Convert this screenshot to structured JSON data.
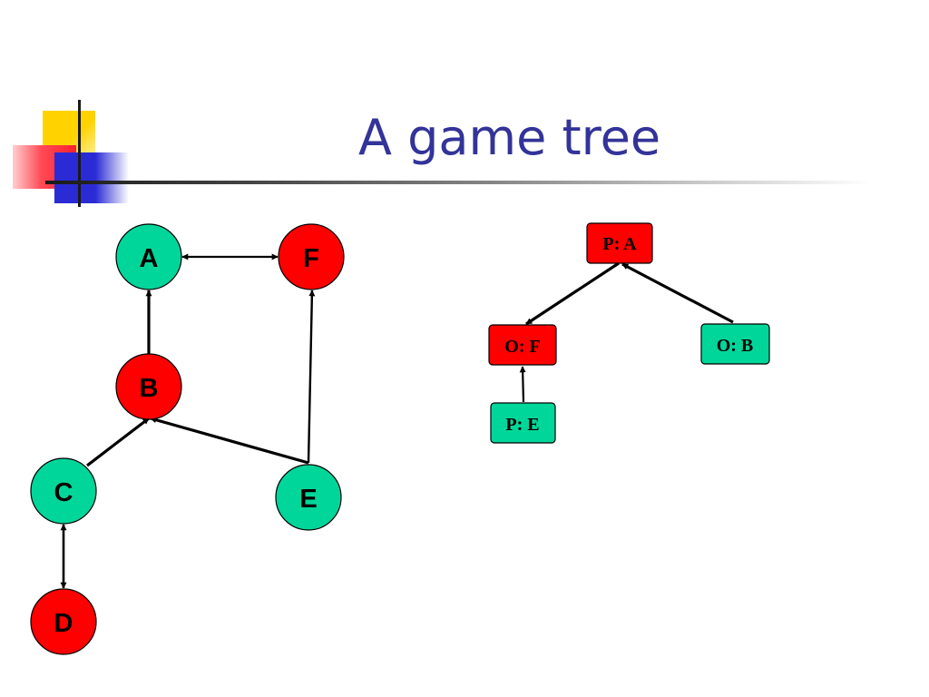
{
  "slide": {
    "title": "A game tree"
  },
  "colors": {
    "title": "#333399",
    "green_node": "#00d69a",
    "red_node": "#ff0000",
    "edge": "#000000"
  },
  "graph": {
    "nodes": [
      {
        "id": "A",
        "label": "A",
        "color": "green"
      },
      {
        "id": "F",
        "label": "F",
        "color": "red"
      },
      {
        "id": "B",
        "label": "B",
        "color": "red"
      },
      {
        "id": "C",
        "label": "C",
        "color": "green"
      },
      {
        "id": "E",
        "label": "E",
        "color": "green"
      },
      {
        "id": "D",
        "label": "D",
        "color": "red"
      }
    ],
    "edges": [
      {
        "from": "A",
        "to": "F",
        "directed": "both"
      },
      {
        "from": "B",
        "to": "A",
        "directed": "forward"
      },
      {
        "from": "C",
        "to": "B",
        "directed": "forward"
      },
      {
        "from": "E",
        "to": "B",
        "directed": "forward"
      },
      {
        "from": "E",
        "to": "F",
        "directed": "forward"
      },
      {
        "from": "C",
        "to": "D",
        "directed": "both"
      }
    ]
  },
  "tree": {
    "nodes": [
      {
        "id": "PA",
        "label": "P: A",
        "color": "red"
      },
      {
        "id": "OF",
        "label": "O: F",
        "color": "red"
      },
      {
        "id": "OB",
        "label": "O: B",
        "color": "green"
      },
      {
        "id": "PE",
        "label": "P: E",
        "color": "green"
      }
    ],
    "edges": [
      {
        "from": "PA",
        "to": "OF",
        "directed": "forward"
      },
      {
        "from": "OB",
        "to": "PA",
        "directed": "forward"
      },
      {
        "from": "PE",
        "to": "OF",
        "directed": "forward"
      }
    ]
  }
}
